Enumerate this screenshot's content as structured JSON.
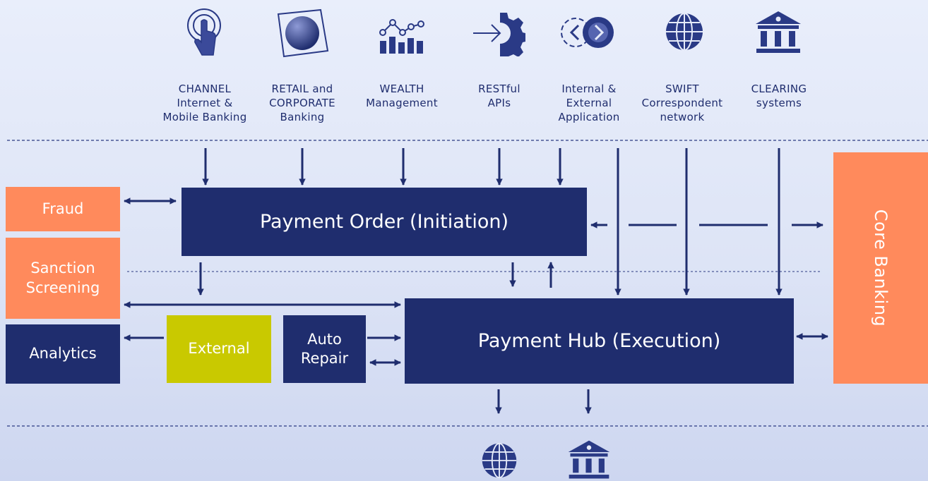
{
  "sources": [
    {
      "id": "channel",
      "label": "CHANNEL\nInternet &\nMobile Banking",
      "icon": "touch-icon"
    },
    {
      "id": "retail",
      "label": "RETAIL and\nCORPORATE\nBanking",
      "icon": "sphere-icon"
    },
    {
      "id": "wealth",
      "label": "WEALTH\nManagement",
      "icon": "chart-icon"
    },
    {
      "id": "restful",
      "label": "RESTful\nAPIs",
      "icon": "api-gear-icon"
    },
    {
      "id": "internal",
      "label": "Internal &\nExternal\nApplication",
      "icon": "code-gears-icon"
    },
    {
      "id": "swift",
      "label": "SWIFT\nCorrespondent\nnetwork",
      "icon": "globe-icon"
    },
    {
      "id": "clearing",
      "label": "CLEARING\nsystems",
      "icon": "bank-icon"
    }
  ],
  "blocks": {
    "fraud": "Fraud",
    "sanction": "Sanction\nScreening",
    "analytics": "Analytics",
    "external": "External",
    "auto_repair": "Auto\nRepair",
    "payment_order": "Payment Order (Initiation)",
    "payment_hub": "Payment Hub (Execution)",
    "core_banking": "Core Banking"
  },
  "outputs": [
    {
      "id": "swift-out",
      "icon": "globe-icon"
    },
    {
      "id": "clearing-out",
      "icon": "bank-icon"
    }
  ],
  "colors": {
    "navy": "#1f2d6e",
    "orange": "#ff8a5c",
    "olive": "#c9c900",
    "background": "#e2e8f8"
  }
}
